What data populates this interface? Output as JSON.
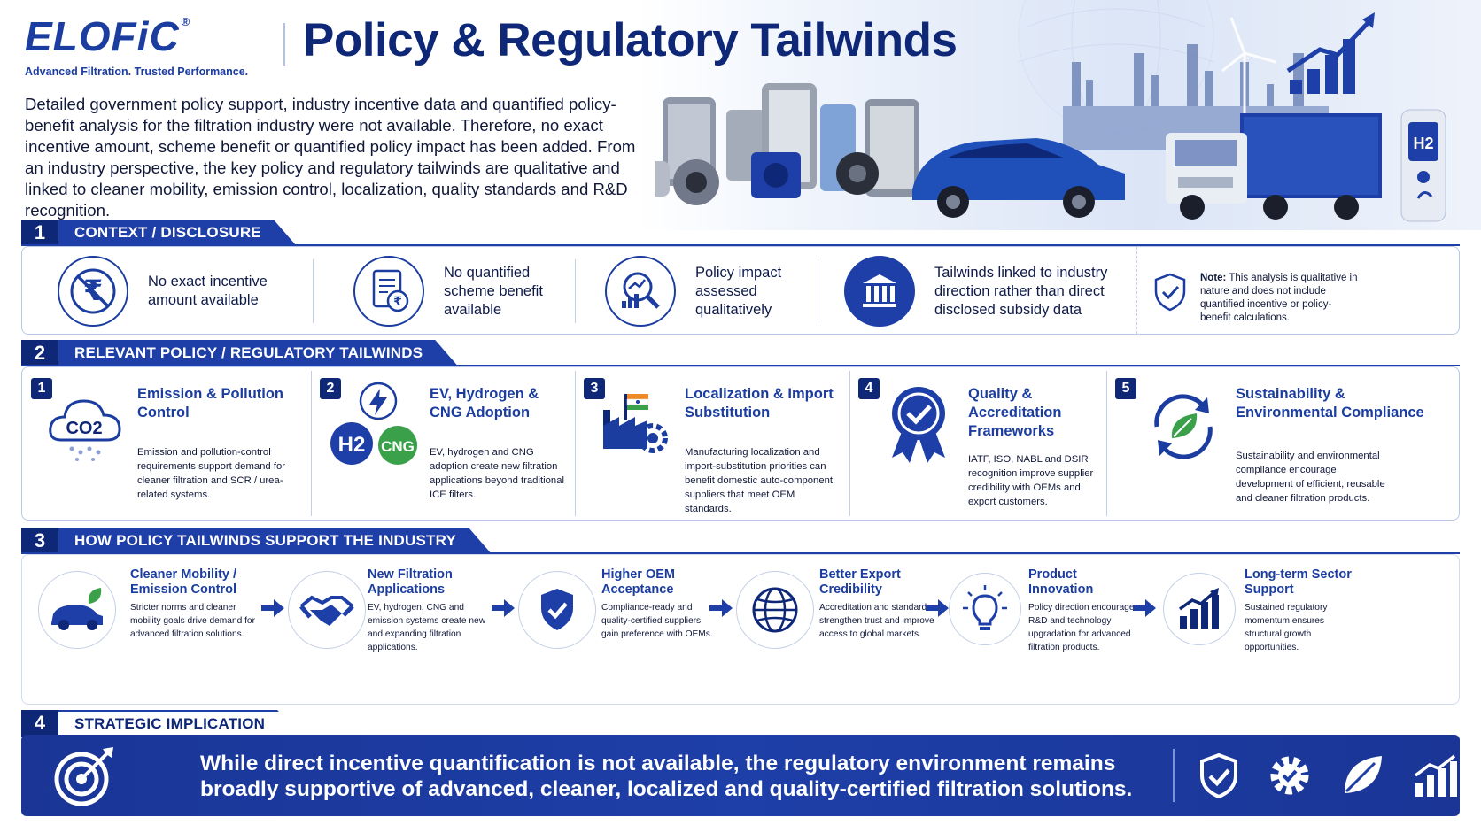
{
  "brand": {
    "logo": "ELOFiC",
    "registered": "®",
    "tagline": "Advanced Filtration. Trusted Performance."
  },
  "title": "Policy & Regulatory Tailwinds",
  "intro": "Detailed government policy support, industry incentive data and quantified policy-benefit analysis for the filtration industry were not available. Therefore, no exact incentive amount, scheme benefit or quantified policy impact has been added. From an industry perspective, the key policy and regulatory tailwinds are qualitative and linked to cleaner mobility, emission control, localization, quality standards and R&D recognition.",
  "hero": {
    "h2_label": "H2"
  },
  "sections": {
    "s1": {
      "num": "1",
      "label": "CONTEXT / DISCLOSURE",
      "items": [
        {
          "text": "No exact incentive amount available",
          "icon": "no-rupee-icon"
        },
        {
          "text": "No quantified scheme benefit available",
          "icon": "document-rupee-icon"
        },
        {
          "text": "Policy impact assessed qualitatively",
          "icon": "magnifier-chart-icon"
        },
        {
          "text": "Tailwinds linked to industry direction rather than direct disclosed subsidy data",
          "icon": "institution-icon"
        }
      ],
      "note_label": "Note:",
      "note_text": "This analysis is qualitative in nature and does not include quantified incentive or policy-benefit calculations."
    },
    "s2": {
      "num": "2",
      "label": "RELEVANT POLICY / REGULATORY TAILWINDS",
      "cards": [
        {
          "num": "1",
          "title": "Emission & Pollution Control",
          "desc": "Emission and pollution-control requirements support demand for cleaner filtration and SCR / urea-related systems.",
          "icon_text": "CO2"
        },
        {
          "num": "2",
          "title": "EV, Hydrogen & CNG Adoption",
          "desc": "EV, hydrogen and CNG adoption create new filtration applications beyond traditional ICE filters.",
          "icon_text_h2": "H2",
          "icon_text_cng": "CNG"
        },
        {
          "num": "3",
          "title": "Localization & Import Substitution",
          "desc": "Manufacturing localization and import-substitution priorities can benefit domestic auto-component suppliers that meet OEM standards."
        },
        {
          "num": "4",
          "title": "Quality & Accreditation Frameworks",
          "desc": "IATF, ISO, NABL and DSIR recognition improve supplier credibility with OEMs and export customers."
        },
        {
          "num": "5",
          "title": "Sustainability & Environmental Compliance",
          "desc": "Sustainability and environmental compliance encourage development of efficient, reusable and cleaner filtration products."
        }
      ]
    },
    "s3": {
      "num": "3",
      "label": "HOW POLICY TAILWINDS SUPPORT THE INDUSTRY",
      "items": [
        {
          "title": "Cleaner Mobility / Emission Control",
          "desc": "Stricter norms and cleaner mobility goals drive demand for advanced filtration solutions."
        },
        {
          "title": "New Filtration Applications",
          "desc": "EV, hydrogen, CNG and emission systems create new and expanding filtration applications."
        },
        {
          "title": "Higher OEM Acceptance",
          "desc": "Compliance-ready and quality-certified suppliers gain preference with OEMs."
        },
        {
          "title": "Better Export Credibility",
          "desc": "Accreditation and standards strengthen trust and improve access to global markets."
        },
        {
          "title": "Product Innovation",
          "desc": "Policy direction encourages R&D and technology upgradation for advanced filtration products."
        },
        {
          "title": "Long-term Sector Support",
          "desc": "Sustained regulatory momentum ensures structural growth opportunities."
        }
      ]
    },
    "s4": {
      "num": "4",
      "label": "STRATEGIC IMPLICATION",
      "line1": "While direct incentive quantification is not available, the regulatory environment remains",
      "line2": "broadly supportive of advanced, cleaner, localized and quality-certified filtration solutions."
    }
  },
  "colors": {
    "navy": "#0e2777",
    "blue": "#1e3fa8",
    "green": "#3aa04a",
    "border": "#b9c8e8"
  }
}
